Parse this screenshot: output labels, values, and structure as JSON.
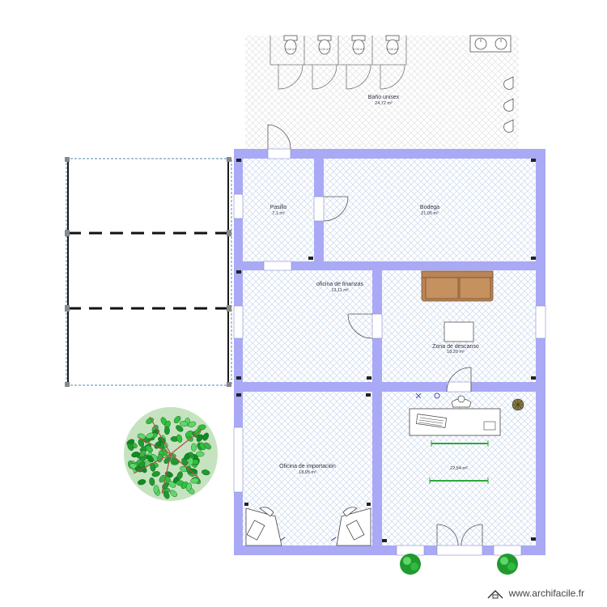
{
  "app": {
    "watermark": "www.archifacile.fr"
  },
  "colors": {
    "wall": "#a9a9f5",
    "floor_hatch": "#c9d9ef",
    "sofa": "#b98458",
    "tree": "#2fa83a"
  },
  "rooms": {
    "bano": {
      "label": "Baño unisex",
      "area": "24,72 m²"
    },
    "pasillo": {
      "label": "Pasillo",
      "area": "7,1 m²"
    },
    "bodega": {
      "label": "Bodega",
      "area": "21,05 m²"
    },
    "finanzas": {
      "label": "oficina de finanzas",
      "area": "13,11 m²"
    },
    "descanso": {
      "label": "Zona de descanso",
      "area": "18,29 m²"
    },
    "importacion": {
      "label": "Oficina de importación",
      "area": "18,95 m²"
    },
    "oficina_sin_nombre": {
      "label": "",
      "area": "22,54 m²"
    }
  },
  "toilets": {
    "label": "0,00 m²"
  }
}
